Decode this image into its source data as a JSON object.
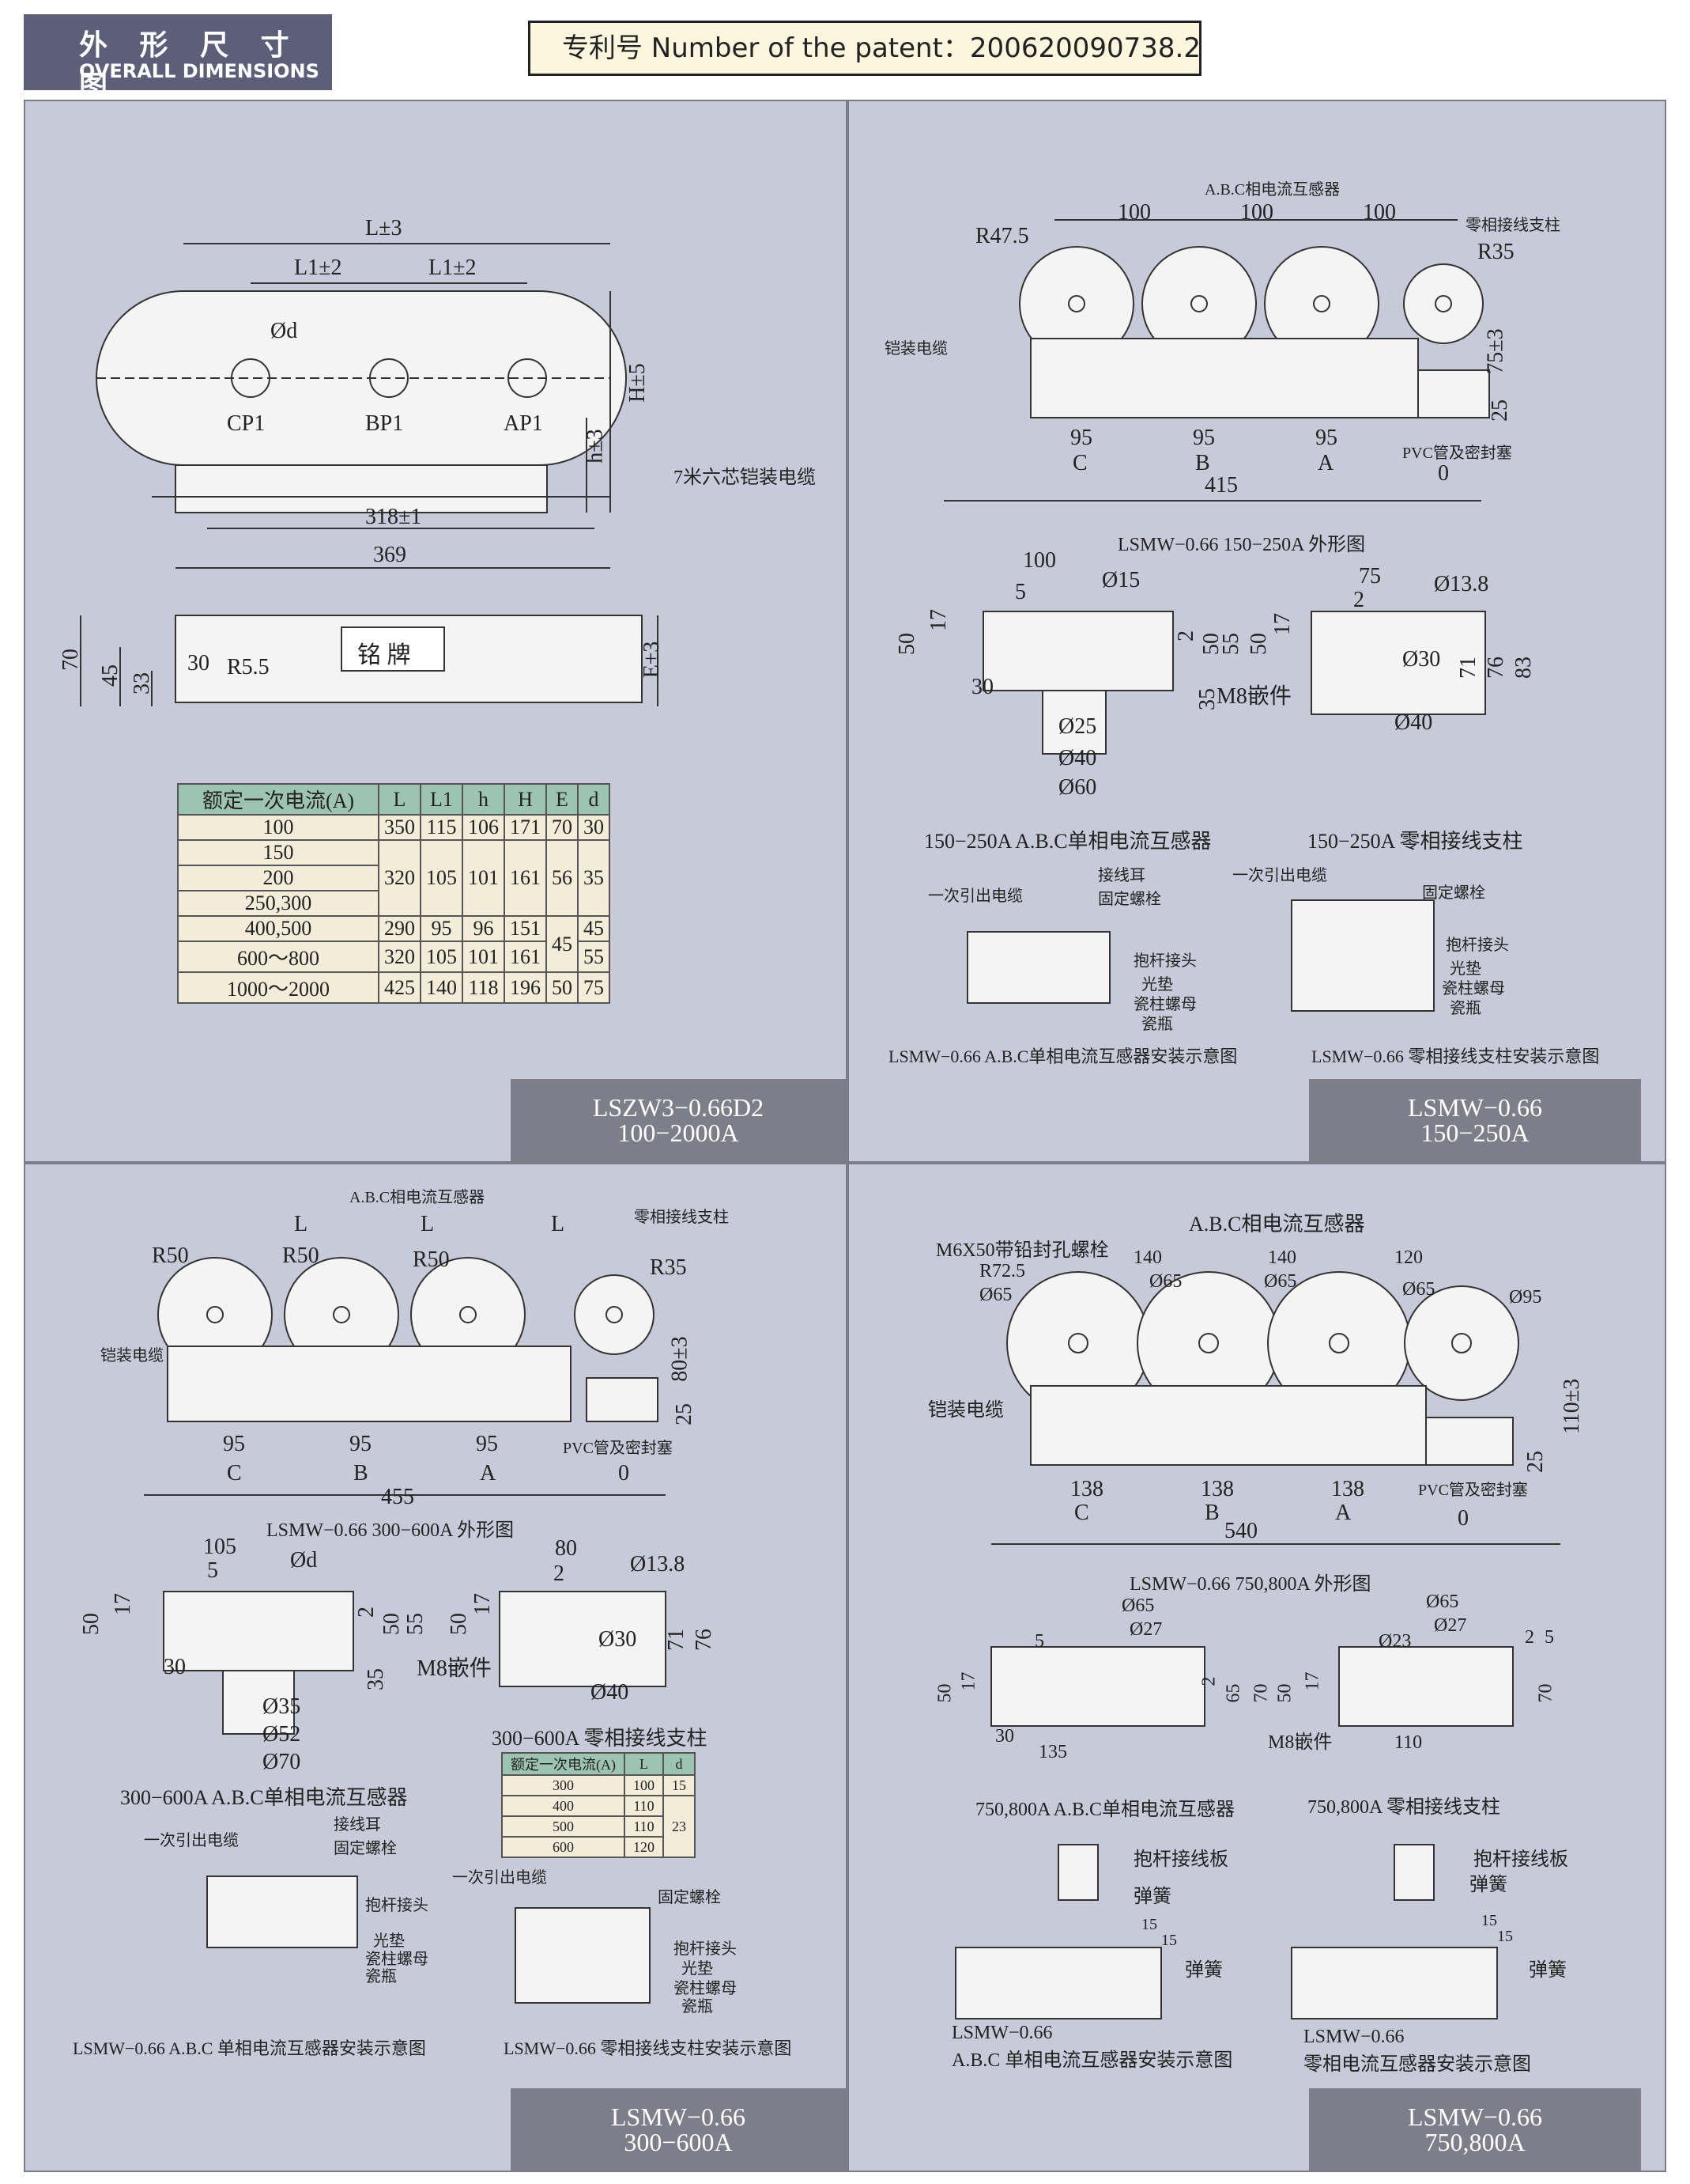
{
  "header": {
    "title_cn": "外 形 尺 寸 图",
    "title_en": "OVERALL DIMENSIONS",
    "patent": "专利号 Number of the patent：200620090738.2"
  },
  "panels": {
    "p1": {
      "model_line1": "LSZW3−0.66D2",
      "model_line2": "100−2000A",
      "dims": {
        "L": "L±3",
        "L1a": "L1±2",
        "L1b": "L1±2",
        "d": "Ød",
        "H": "H±5",
        "h": "h±3",
        "w318": "318±1",
        "w369": "369",
        "v70": "70",
        "v45": "45",
        "v33": "33",
        "v30": "30",
        "r55": "R5.5",
        "E": "E±3"
      },
      "terminals": [
        "CP1",
        "BP1",
        "AP1"
      ],
      "cable_note": "7米六芯铠装电缆",
      "nameplate": "铭 牌",
      "table": {
        "headers": [
          "额定一次电流(A)",
          "L",
          "L1",
          "h",
          "H",
          "E",
          "d"
        ],
        "rows": [
          [
            "100",
            "350",
            "115",
            "106",
            "171",
            "70",
            "30"
          ],
          [
            "150",
            "",
            "",
            "",
            "",
            "",
            ""
          ],
          [
            "200",
            "320",
            "105",
            "101",
            "161",
            "56",
            "35"
          ],
          [
            "250,300",
            "",
            "",
            "",
            "",
            "",
            ""
          ],
          [
            "400,500",
            "290",
            "95",
            "96",
            "151",
            "45",
            "45"
          ],
          [
            "600～800",
            "320",
            "105",
            "101",
            "161",
            "",
            "55"
          ],
          [
            "1000～2000",
            "425",
            "140",
            "118",
            "196",
            "50",
            "75"
          ]
        ]
      }
    },
    "p2": {
      "model_line1": "LSMW−0.66",
      "model_line2": "150−250A",
      "top_label": "A.B.C相电流互感器",
      "neutral_label": "零相接线支柱",
      "armor_label": "铠装电缆",
      "pvc_label": "PVC管及密封塞",
      "r475": "R47.5",
      "r35": "R35",
      "spacing": [
        "100",
        "100",
        "100"
      ],
      "bottom_dims": [
        "95",
        "95",
        "95"
      ],
      "phases": [
        "C",
        "B",
        "A",
        "0"
      ],
      "total": "415",
      "v75": "75±3",
      "v25": "25",
      "outline_caption": "LSMW−0.66  150−250A  外形图",
      "detail_left": {
        "d100": "100",
        "d5": "5",
        "d15": "Ø15",
        "d17": "17",
        "d50": "50",
        "d2": "2",
        "d50b": "50",
        "d55": "55",
        "d30": "30",
        "d35": "35",
        "d25": "Ø25",
        "d40": "Ø40",
        "d60": "Ø60",
        "caption": "150−250A   A.B.C单相电流互感器"
      },
      "detail_right": {
        "d75": "75",
        "d2": "2",
        "d138": "Ø13.8",
        "d17": "17",
        "d50": "50",
        "d30": "Ø30",
        "d71": "71",
        "d76": "76",
        "d83": "83",
        "d40": "Ø40",
        "m8": "M8嵌件",
        "caption": "150−250A   零相接线支柱"
      },
      "install_left": {
        "labels": [
          "一次引出电缆",
          "接线耳",
          "固定螺栓",
          "抱杆接头",
          "光垫",
          "瓷柱螺母",
          "瓷瓶"
        ],
        "caption": "LSMW−0.66    A.B.C单相电流互感器安装示意图"
      },
      "install_right": {
        "labels": [
          "一次引出电缆",
          "固定螺栓",
          "抱杆接头",
          "光垫",
          "瓷柱螺母",
          "瓷瓶"
        ],
        "caption": "LSMW−0.66    零相接线支柱安装示意图"
      }
    },
    "p3": {
      "model_line1": "LSMW−0.66",
      "model_line2": "300−600A",
      "top_label": "A.B.C相电流互感器",
      "neutral_label": "零相接线支柱",
      "armor_label": "铠装电缆",
      "pvc_label": "PVC管及密封塞",
      "radii": [
        "R50",
        "R50",
        "R50",
        "R35"
      ],
      "spacing": [
        "L",
        "L",
        "L"
      ],
      "bottom_dims": [
        "95",
        "95",
        "95"
      ],
      "phases": [
        "C",
        "B",
        "A",
        "0"
      ],
      "total": "455",
      "v80": "80±3",
      "v25": "25",
      "outline_caption": "LSMW−0.66  300−600A  外形图",
      "detail_left": {
        "d105": "105",
        "d5": "5",
        "dd": "Ød",
        "d17": "17",
        "d50": "50",
        "d2": "2",
        "d50b": "50",
        "d55": "55",
        "d30": "30",
        "d35": "35",
        "d35b": "Ø35",
        "d52": "Ø52",
        "d70": "Ø70",
        "caption": "300−600A   A.B.C单相电流互感器"
      },
      "detail_right": {
        "d80": "80",
        "d2": "2",
        "d138": "Ø13.8",
        "d17": "17",
        "d50": "50",
        "d30": "Ø30",
        "d71": "71",
        "d76": "76",
        "d40": "Ø40",
        "m8": "M8嵌件",
        "caption": "300−600A  零相接线支柱"
      },
      "table": {
        "headers": [
          "额定一次电流(A)",
          "L",
          "d"
        ],
        "rows": [
          [
            "300",
            "100",
            "15"
          ],
          [
            "400",
            "110",
            ""
          ],
          [
            "500",
            "110",
            "23"
          ],
          [
            "600",
            "120",
            ""
          ]
        ]
      },
      "install_left": {
        "labels": [
          "一次引出电缆",
          "接线耳",
          "固定螺栓",
          "抱杆接头",
          "光垫",
          "瓷柱螺母",
          "瓷瓶"
        ],
        "caption": "LSMW−0.66   A.B.C 单相电流互感器安装示意图"
      },
      "install_right": {
        "labels": [
          "一次引出电缆",
          "固定螺栓",
          "抱杆接头",
          "光垫",
          "瓷柱螺母",
          "瓷瓶"
        ],
        "caption": "LSMW−0.66   零相接线支柱安装示意图"
      }
    },
    "p4": {
      "model_line1": "LSMW−0.66",
      "model_line2": "750,800A",
      "top_label": "A.B.C相电流互感器",
      "bolt_label": "M6X50带铅封孔螺栓",
      "armor_label": "铠装电缆",
      "pvc_label": "PVC管及密封塞",
      "r725": "R72.5",
      "phi65": "Ø65",
      "phi95": "Ø95",
      "spacing": [
        "140",
        "140",
        "120"
      ],
      "bottom_dims": [
        "138",
        "138",
        "138"
      ],
      "phases": [
        "C",
        "B",
        "A",
        "0"
      ],
      "total": "540",
      "v110": "110±3",
      "v25": "25",
      "outline_caption": "LSMW−0.66    750,800A  外形图",
      "detail_left": {
        "d65": "Ø65",
        "d27": "Ø27",
        "d5": "5",
        "d17": "17",
        "d50": "50",
        "d2": "2",
        "d65b": "65",
        "d70": "70",
        "d30": "30",
        "d135": "135",
        "caption": "750,800A    A.B.C单相电流互感器"
      },
      "detail_right": {
        "d65": "Ø65",
        "d27": "Ø27",
        "d23": "Ø23",
        "d2": "2",
        "d5": "5",
        "d17": "17",
        "d50": "50",
        "d70": "70",
        "d110": "110",
        "m8": "M8嵌件",
        "caption": "750,800A    零相接线支柱"
      },
      "install_left": {
        "labels": [
          "抱杆接线板",
          "弹簧",
          "弹簧"
        ],
        "dims": [
          "15",
          "15"
        ],
        "caption1": "LSMW−0.66",
        "caption2": "A.B.C 单相电流互感器安装示意图"
      },
      "install_right": {
        "labels": [
          "抱杆接线板",
          "弹簧",
          "弹簧"
        ],
        "dims": [
          "15",
          "15"
        ],
        "caption1": "LSMW−0.66",
        "caption2": "零相电流互感器安装示意图"
      }
    }
  },
  "colors": {
    "panel_bg": "#c7cad9",
    "header_badge": "#5d5f78",
    "model_label": "#7d7e89",
    "table_header": "#9dc3b3",
    "table_cell": "#f3ecd9",
    "patent_bg": "#fdf6df"
  }
}
